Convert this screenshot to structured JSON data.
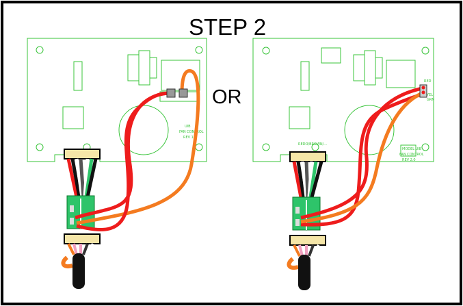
{
  "title": "STEP 2",
  "separator": "OR",
  "boards": {
    "left": {
      "model": "UIB",
      "name": "FAN CONTROL",
      "rev": "REV 1.0"
    },
    "right": {
      "model": "MODEL UIB",
      "name": "FAN CONTROL",
      "rev": "REV 2.0",
      "connector_label": "REDO/BROWN/...",
      "pin_labels": [
        "RED",
        "YEL",
        "GRN"
      ]
    }
  },
  "wire_colors": {
    "red": "#ee1c1c",
    "orange": "#f47b20",
    "black": "#111111",
    "white": "#ffffff",
    "green": "#2ec46a",
    "pink": "#f0a0c0",
    "tan": "#f5e6a8",
    "board": "#39c43a"
  }
}
